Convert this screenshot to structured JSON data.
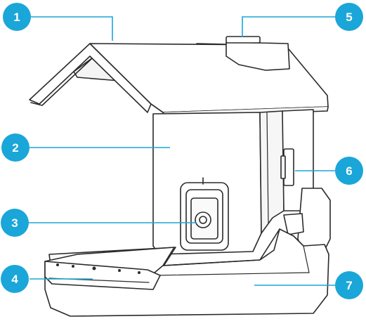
{
  "diagram": {
    "callout_color": "#1aa6d8",
    "line_color": "#1aa6d8",
    "device_stroke": "#2a2a2a",
    "device_fill": "#ffffff",
    "callouts": [
      {
        "id": 1,
        "label": "1",
        "part": "roof"
      },
      {
        "id": 2,
        "label": "2",
        "part": "seed-hopper"
      },
      {
        "id": 3,
        "label": "3",
        "part": "camera-lens"
      },
      {
        "id": 4,
        "label": "4",
        "part": "perch"
      },
      {
        "id": 5,
        "label": "5",
        "part": "solar-panel-mount"
      },
      {
        "id": 6,
        "label": "6",
        "part": "side-switch"
      },
      {
        "id": 7,
        "label": "7",
        "part": "feeding-tray"
      }
    ]
  }
}
